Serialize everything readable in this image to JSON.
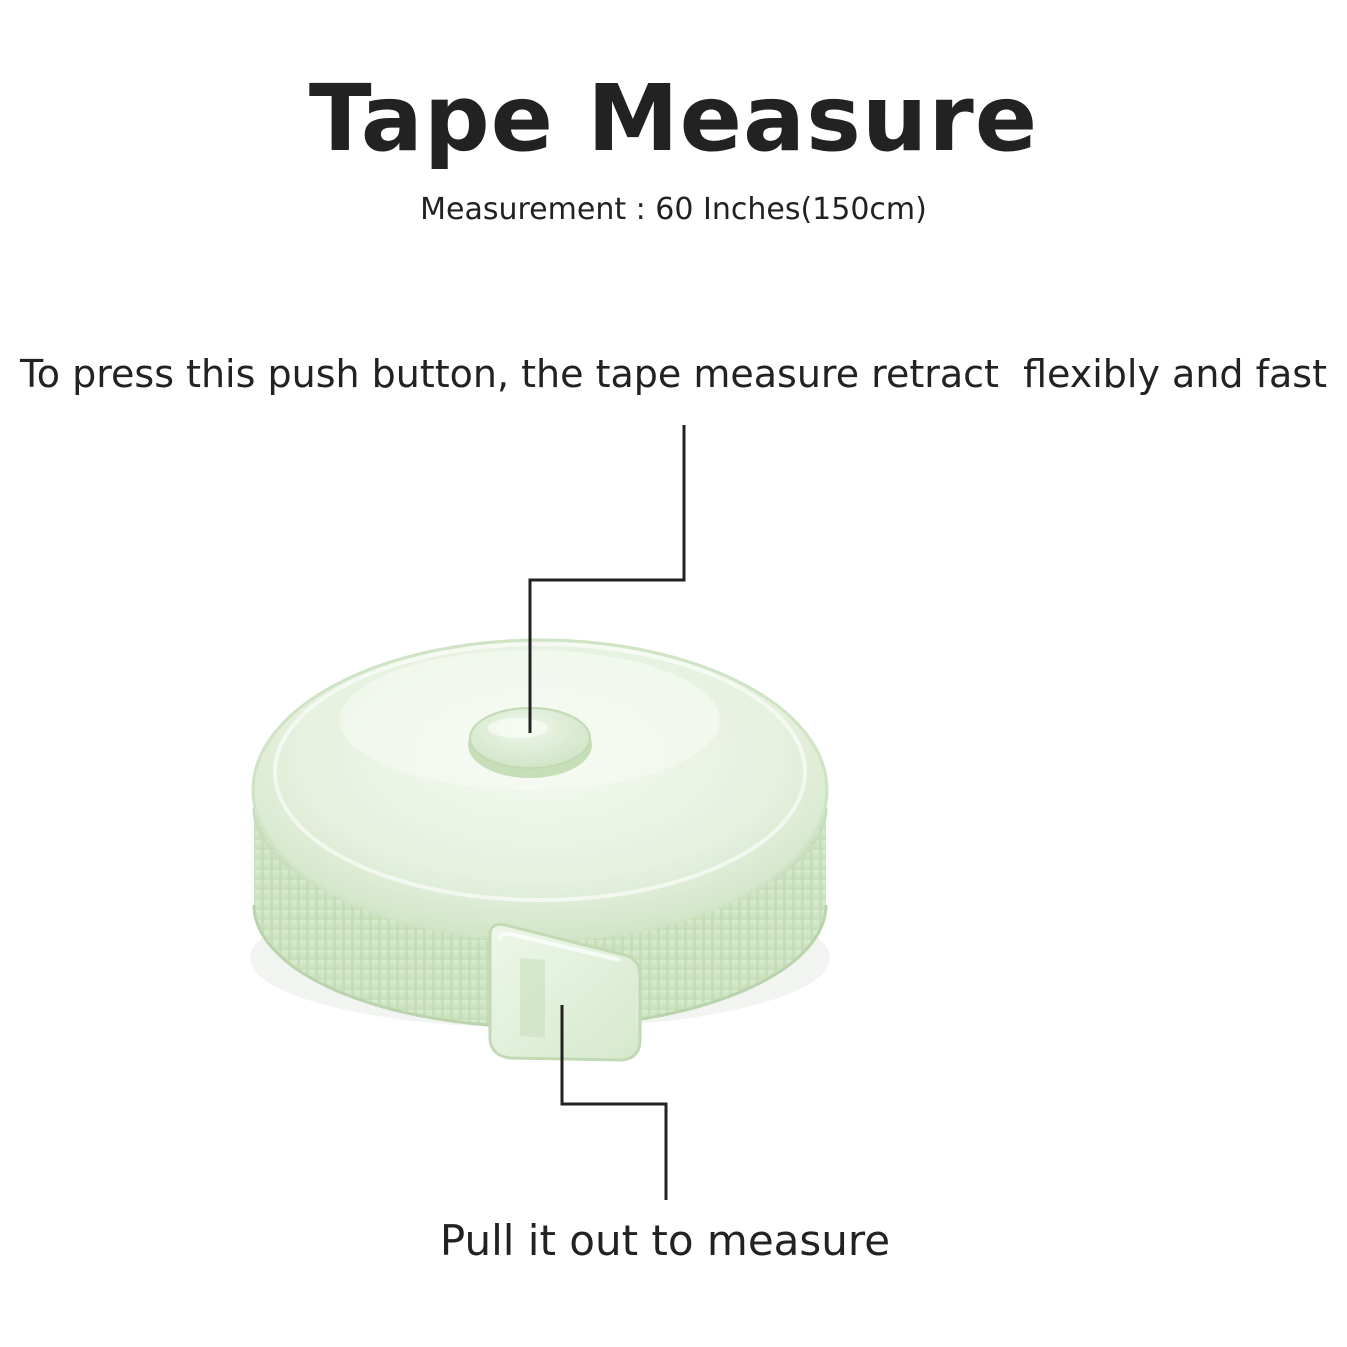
{
  "title": "Tape Measure",
  "subtitle": "Measurement : 60 Inches(150cm)",
  "callouts": {
    "push_button": "To press this push button, the tape measure retract  flexibly and fast",
    "pull_tab": "Pull it out to measure"
  },
  "product": {
    "name": "tape-measure",
    "body_color": "#dcecd4",
    "highlight_color": "#f2f8ee",
    "shadow_color": "#b9d4ad",
    "icons": [
      "push-button-icon",
      "pull-tab-icon"
    ]
  },
  "colors": {
    "text": "#222222",
    "leader_line": "#222222",
    "background": "#ffffff"
  }
}
